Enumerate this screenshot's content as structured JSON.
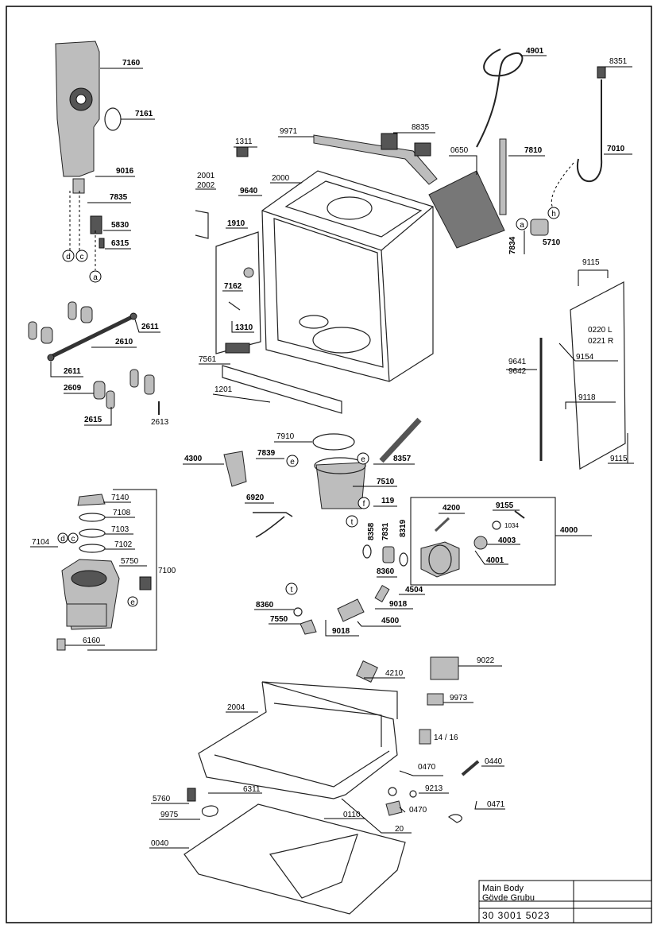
{
  "title_block": {
    "title_en": "Main Body",
    "title_tr": "Gövde Grubu",
    "drawing_number": "30 3001 5023"
  },
  "side_labels": {
    "left_var": "0220 L",
    "right_var": "0221 R"
  },
  "part_numbers": {
    "p7160": "7160",
    "p7161": "7161",
    "p9016": "9016",
    "p7835": "7835",
    "p5830": "5830",
    "p6315": "6315",
    "p2611a": "2611",
    "p2610": "2610",
    "p2611b": "2611",
    "p2609": "2609",
    "p2615": "2615",
    "p2613": "2613",
    "p1311": "1311",
    "p9971": "9971",
    "p8835": "8835",
    "p2001": "2001",
    "p2002": "2002",
    "p2000": "2000",
    "p9640": "9640",
    "p1910": "1910",
    "p7162": "7162",
    "p1310": "1310",
    "p7561": "7561",
    "p1201": "1201",
    "p0650": "0650",
    "p4901": "4901",
    "p7810": "7810",
    "p8351": "8351",
    "p7010": "7010",
    "p7834": "7834",
    "p5710": "5710",
    "p9115a": "9115",
    "p9641": "9641",
    "p9642": "9642",
    "p9154": "9154",
    "p9118": "9118",
    "p9115b": "9115",
    "p7910": "7910",
    "p7839": "7839",
    "p8357": "8357",
    "p4300": "4300",
    "p7510": "7510",
    "p6920": "6920",
    "p119": "119",
    "p4200": "4200",
    "p9155": "9155",
    "p1034": "1034",
    "p4003": "4003",
    "p4001": "4001",
    "p4000": "4000",
    "p8358": "8358",
    "p7831": "7831",
    "p8319": "8319",
    "p8360a": "8360",
    "p4504": "4504",
    "p9018a": "9018",
    "p8360b": "8360",
    "p7550": "7550",
    "p4500": "4500",
    "p9018b": "9018",
    "p7140": "7140",
    "p7108": "7108",
    "p7103": "7103",
    "p7104": "7104",
    "p7102": "7102",
    "p5750": "5750",
    "p7100": "7100",
    "p6160": "6160",
    "p4210": "4210",
    "p9022": "9022",
    "p9973": "9973",
    "p2004": "2004",
    "p1416": "14 / 16",
    "p0440": "0440",
    "p0470a": "0470",
    "p9213": "9213",
    "p0470b": "0470",
    "p0471": "0471",
    "p5760": "5760",
    "p6311": "6311",
    "p9975": "9975",
    "p0110": "0110",
    "p20": "20",
    "p0040": "0040"
  },
  "callouts": {
    "d": "d",
    "c": "c",
    "a": "a",
    "h": "h",
    "e": "e",
    "f": "f",
    "t": "t"
  }
}
